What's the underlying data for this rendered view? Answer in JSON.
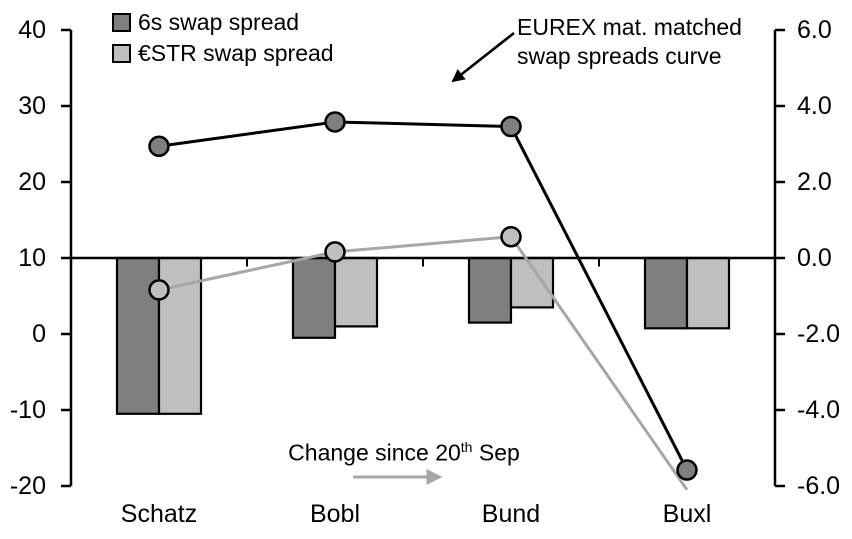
{
  "chart_data": {
    "type": "combo_bar_line",
    "categories": [
      "Schatz",
      "Bobl",
      "Bund",
      "Buxl"
    ],
    "line_series": [
      {
        "name": "6s swap spread curve",
        "axis": "left",
        "line_color": "#000000",
        "marker_fill": "#7f7f7f",
        "values": [
          24.7,
          27.9,
          27.3,
          -17.9
        ],
        "last_marker_hidden": false
      },
      {
        "name": "ESTR swap spread curve",
        "axis": "left",
        "line_color": "#a6a6a6",
        "marker_fill": "#bfbfbf",
        "values": [
          5.8,
          10.8,
          12.8,
          -20.5
        ],
        "last_marker_hidden": true
      }
    ],
    "bar_series": [
      {
        "name": "6s swap spread",
        "axis": "right",
        "fill": "#7f7f7f",
        "values": [
          -4.1,
          -2.1,
          -1.7,
          -1.85
        ]
      },
      {
        "name": "€STR swap spread",
        "axis": "right",
        "fill": "#bfbfbf",
        "values": [
          -4.1,
          -1.8,
          -1.3,
          -1.85
        ]
      }
    ],
    "left_axis": {
      "min": -20,
      "max": 40,
      "step": 10,
      "ticks": [
        "40",
        "30",
        "20",
        "10",
        "0",
        "-10",
        "-20"
      ]
    },
    "right_axis": {
      "min": -6,
      "max": 6,
      "step": 2,
      "ticks": [
        "6.0",
        "4.0",
        "2.0",
        "0.0",
        "-2.0",
        "-4.0",
        "-6.0"
      ]
    },
    "legend": [
      {
        "label": "6s swap spread",
        "swatch": "#7f7f7f"
      },
      {
        "label": "€STR swap spread",
        "swatch": "#bfbfbf"
      }
    ],
    "annotations": {
      "curve_label": {
        "line1": "EUREX mat. matched",
        "line2": "swap spreads curve"
      },
      "change_label": {
        "prefix": "Change since 20",
        "sup": "th",
        "suffix": " Sep"
      }
    }
  },
  "colors": {
    "black": "#000000",
    "dark_gray": "#7f7f7f",
    "light_gray": "#bfbfbf",
    "gray_line": "#a6a6a6",
    "background": "#ffffff"
  }
}
